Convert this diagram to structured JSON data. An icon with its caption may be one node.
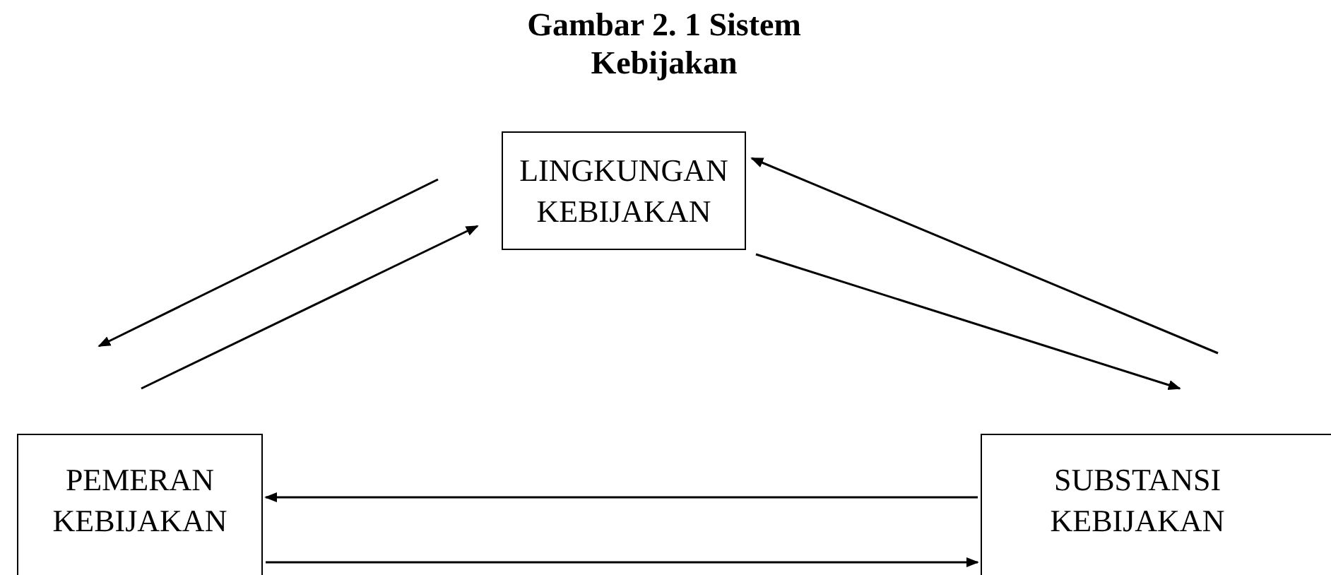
{
  "diagram": {
    "title": "Gambar 2. 1 Sistem Kebijakan",
    "nodes": [
      {
        "text": [
          "LINGKUNGAN KEBIJAKAN"
        ]
      },
      {
        "text": [
          "PEMERAN KEBIJAKAN"
        ]
      },
      {
        "text": [
          "SUBSTANSI KEBIJAKAN"
        ]
      }
    ],
    "edges": [
      {
        "from": 0,
        "to": 1,
        "arrow": "to"
      },
      {
        "from": 1,
        "to": 0,
        "arrow": "to"
      },
      {
        "from": 2,
        "to": 0,
        "arrow": "to"
      },
      {
        "from": 0,
        "to": 2,
        "arrow": "to"
      },
      {
        "from": 2,
        "to": 1,
        "arrow": "to"
      },
      {
        "from": 1,
        "to": 2,
        "arrow": "to"
      }
    ]
  }
}
